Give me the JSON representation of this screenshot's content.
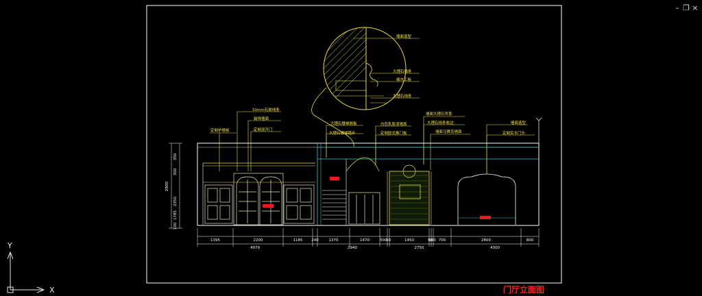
{
  "window": {
    "minimize_glyph": "–",
    "restore_glyph": "❐",
    "close_glyph": "×"
  },
  "drawing": {
    "title": "门厅立面图",
    "detail_labels": [
      "墙面造型",
      "大理石线条",
      "细木工板",
      "大理石线条"
    ],
    "left_labels": [
      "50mm石膏线条",
      "装饰墙面",
      "定制护墙板",
      "定制双开门"
    ],
    "middle_labels": [
      "大理石楼梯侧板",
      "大理石楼梯踏步",
      "白色乳胶漆墙面",
      "定制欧式推门板"
    ],
    "right_labels": [
      "墙面大理石背景",
      "大理石线条收边",
      "墙面马赛克墙面",
      "墙面造型",
      "定制实木门头"
    ],
    "dims_bottom": [
      "1395",
      "2200",
      "1185",
      "240",
      "1370",
      "1470",
      "500",
      "50",
      "1450",
      "50",
      "500",
      "700",
      "2800",
      "800"
    ],
    "dims_totals": [
      "4979",
      "2940",
      "2750",
      "4300"
    ],
    "dims_left": [
      "350",
      "300",
      "2350",
      "2800",
      "1785",
      "100"
    ],
    "axis_y": "Y",
    "axis_x": "X"
  }
}
